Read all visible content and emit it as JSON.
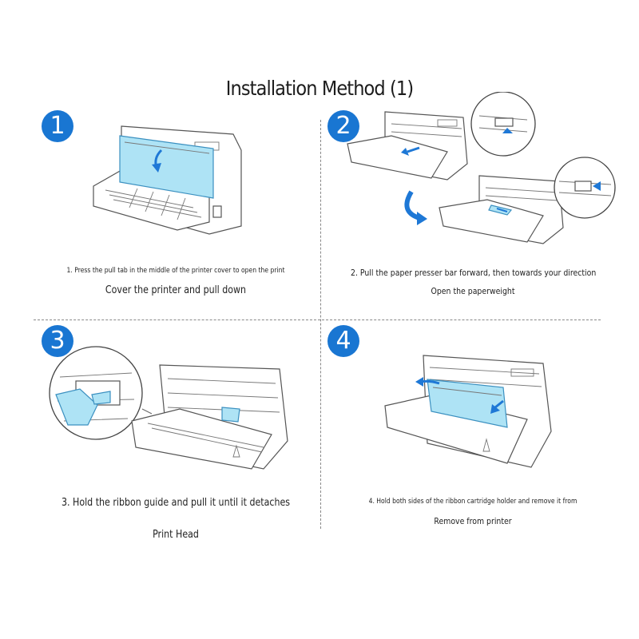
{
  "title": "Installation Method (1)",
  "steps": [
    {
      "number": "1",
      "caption_line1": "1. Press the pull tab in the middle of the printer cover to open the print",
      "caption_line2": "Cover the printer and pull down"
    },
    {
      "number": "2",
      "caption_line1": "2. Pull the paper presser bar forward, then towards your direction",
      "caption_line2": "Open the paperweight"
    },
    {
      "number": "3",
      "caption_line1": "3. Hold the ribbon guide and pull it until it detaches",
      "caption_line2": "Print Head"
    },
    {
      "number": "4",
      "caption_line1": "4. Hold both sides of the ribbon cartridge holder and remove it from",
      "caption_line2": "Remove from printer"
    }
  ],
  "colors": {
    "badge": "#1976d2",
    "highlight": "#aee3f5",
    "arrow": "#1e78d6"
  }
}
